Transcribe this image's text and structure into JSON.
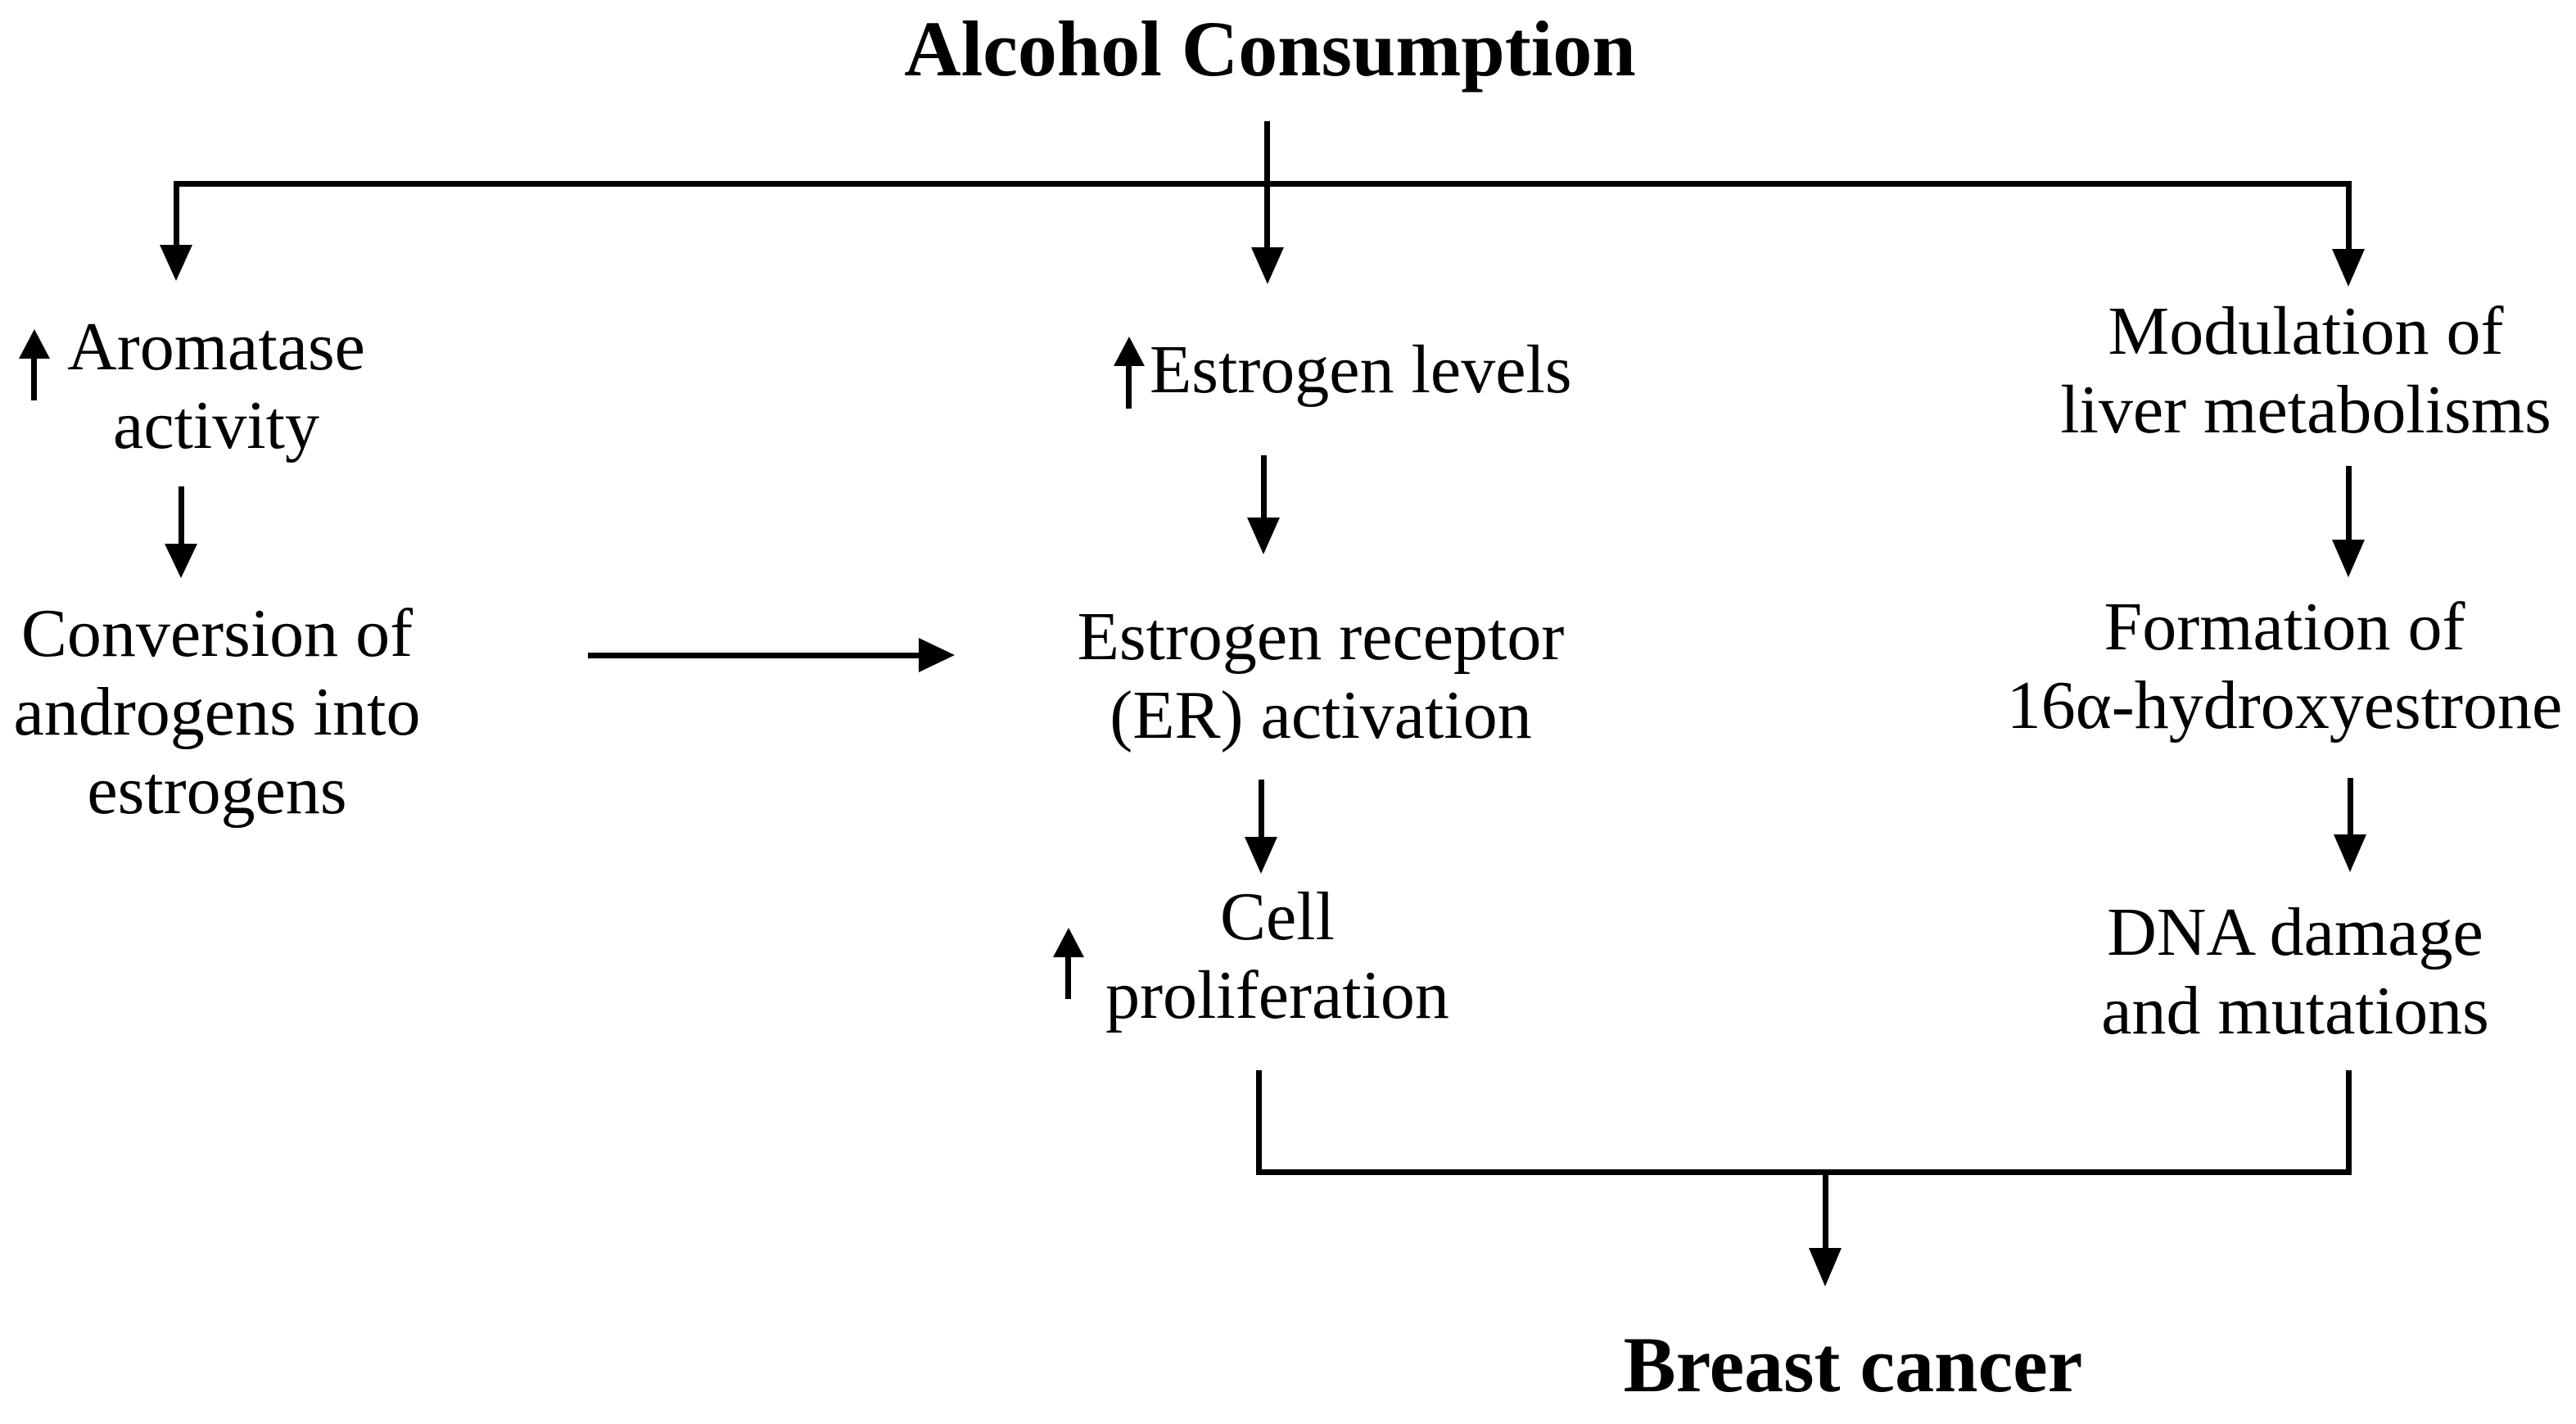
{
  "title": "Alcohol Consumption",
  "outcome": "Breast cancer",
  "nodes": {
    "aromatase": {
      "icon": "up-arrow-icon",
      "line1": "Aromatase",
      "line2": "activity"
    },
    "conversion": {
      "line1": "Conversion of",
      "line2": "androgens into",
      "line3": "estrogens"
    },
    "estrogen_levels": {
      "icon": "up-arrow-icon",
      "label": "Estrogen levels"
    },
    "er_activation": {
      "line1": "Estrogen receptor",
      "line2": "(ER) activation"
    },
    "cell_proliferation": {
      "icon": "up-arrow-icon",
      "line1": "Cell",
      "line2": "proliferation"
    },
    "modulation": {
      "line1": "Modulation of",
      "line2": "liver metabolisms"
    },
    "formation": {
      "line1": "Formation of",
      "line2": "16α-hydroxyestrone"
    },
    "dna_damage": {
      "line1": "DNA damage",
      "line2": "and mutations"
    }
  },
  "colors": {
    "ink": "#000000",
    "background": "#ffffff"
  }
}
